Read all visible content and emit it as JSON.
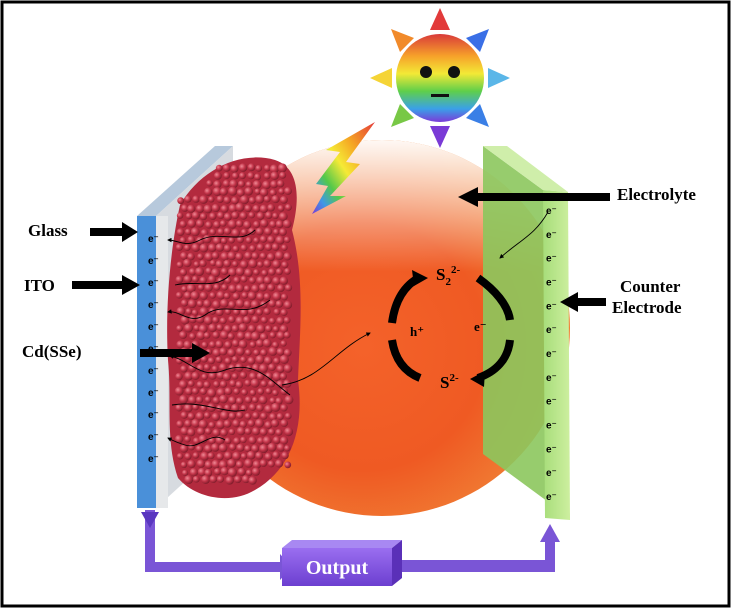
{
  "labels": {
    "glass": "Glass",
    "ito": "ITO",
    "cdsse": "Cd(SSe)",
    "electrolyte": "Electrolyte",
    "counter_line1": "Counter",
    "counter_line2": "Electrode",
    "output": "Output",
    "hole": "h⁺",
    "electron": "e⁻"
  },
  "species": {
    "s2_main": "S",
    "s2_sub": "2",
    "s2_sup": "2-",
    "s_main": "S",
    "s_sup": "2-"
  },
  "electron_symbol": "e⁻",
  "left_electron_count": 11,
  "right_electron_count": 13,
  "colors": {
    "border": "#000000",
    "glass": "#cfd3d6",
    "ito": "#4a90d9",
    "counter_electrode": "#b8e68a",
    "output_box": "#8a5ce6",
    "wires": "#7a55d6",
    "cdsse": "#c4354a"
  },
  "icons": {
    "sun": "sun-face-icon",
    "light": "lightning-bolt-icon"
  }
}
